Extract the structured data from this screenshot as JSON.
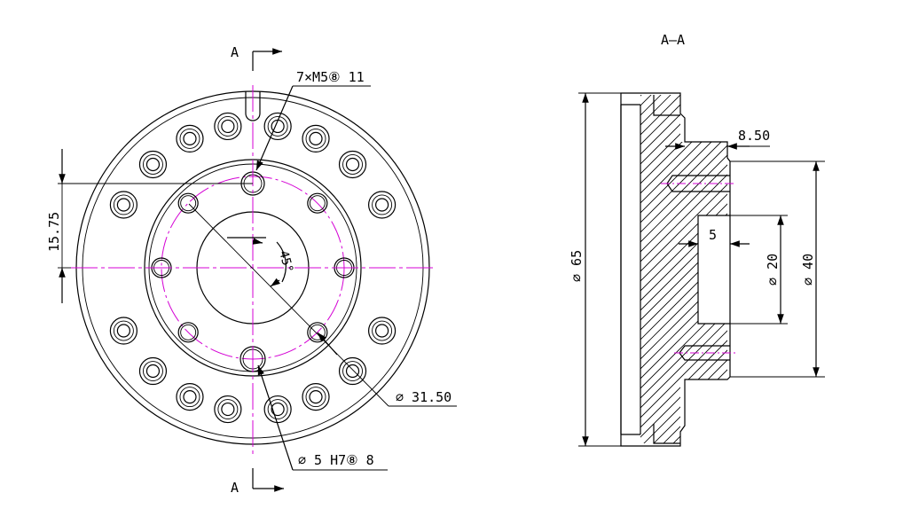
{
  "section_label": {
    "left": "A",
    "title": "A–A"
  },
  "front_view": {
    "thread_callout": "7×M5⑧ 11",
    "pin_callout": "∅ 5  H7⑧ 8",
    "pcd_dimension": "∅ 31.50",
    "offset_dimension": "15.75",
    "angle_label": "45°"
  },
  "section_view": {
    "outer_diameter": "∅ 65",
    "boss_diameter": "∅ 40",
    "bore_diameter": "∅ 20",
    "boss_height": "8.50",
    "bore_depth": "5"
  },
  "colors": {
    "line": "#000000",
    "centerline": "#d400d4"
  }
}
